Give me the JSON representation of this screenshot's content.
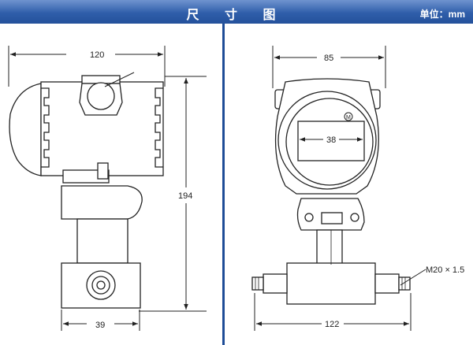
{
  "header": {
    "title": "尺 寸 图",
    "unit_label": "单位：mm",
    "background_color": "#2f5eaa"
  },
  "side_view": {
    "width_dim": "120",
    "height_dim": "194",
    "base_dim": "39"
  },
  "front_view": {
    "width_dim": "85",
    "display_dim": "38",
    "flange_dim": "122",
    "thread_label": "M20 × 1.5",
    "logo_mark": "M"
  }
}
